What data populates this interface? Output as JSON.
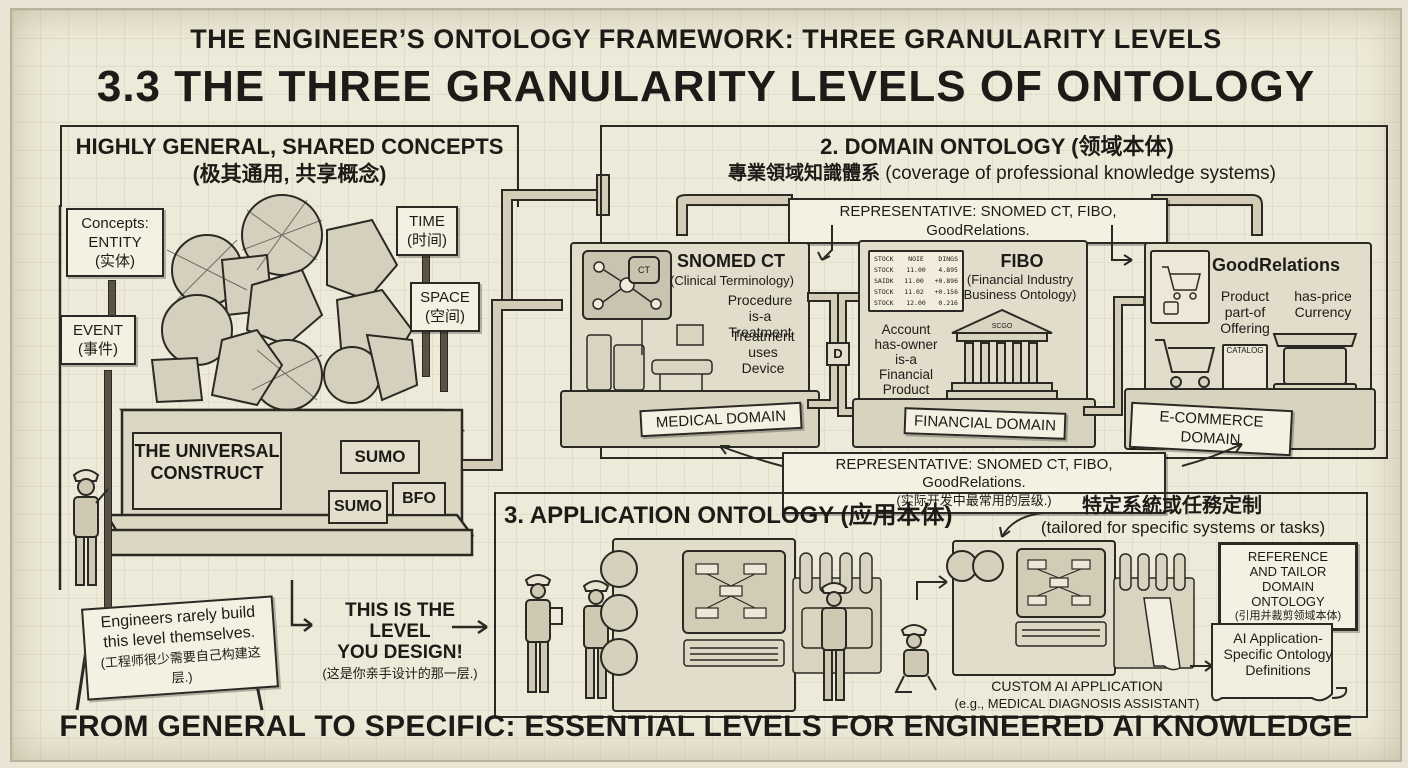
{
  "header": {
    "top_title": "THE ENGINEER’S ONTOLOGY FRAMEWORK: THREE GRANULARITY LEVELS",
    "main_title": "3.3 THE THREE GRANULARITY LEVELS OF ONTOLOGY"
  },
  "upper_level": {
    "heading_en": "HIGHLY GENERAL, SHARED CONCEPTS",
    "heading_zh": "(极其通用, 共享概念)",
    "sign_concepts": [
      "Concepts:",
      "ENTITY",
      "(实体)"
    ],
    "sign_time": [
      "TIME",
      "(时间)"
    ],
    "sign_space": [
      "SPACE",
      "(空间)"
    ],
    "sign_event": [
      "EVENT",
      "(事件)"
    ],
    "pedestal_label": [
      "THE UNIVERSAL",
      "CONSTRUCT"
    ],
    "plaques": [
      "SUMO",
      "SUMO",
      "BFO"
    ],
    "engineer_note": [
      "Engineers rarely build",
      "this level themselves.",
      "(工程师很少需要自己构建这层.)"
    ]
  },
  "domain": {
    "heading": "2. DOMAIN ONTOLOGY (领域本体)",
    "subheading_zh": "專業領域知識體系",
    "subheading_en": "(coverage of professional knowledge systems)",
    "representative_top": "REPRESENTATIVE: SNOMED CT, FIBO, GoodRelations.",
    "medical": {
      "title": "SNOMED CT",
      "subtitle": "(Clinical Terminology)",
      "rel1": [
        "Procedure",
        "is-a  Treatment"
      ],
      "rel2": [
        "Treatment",
        "uses",
        "Device"
      ],
      "screen_glyph": "CT",
      "base": "MEDICAL DOMAIN"
    },
    "financial": {
      "title": "FIBO",
      "subtitle": [
        "(Financial Industry",
        "Business Ontology)"
      ],
      "ticker": [
        [
          "STOCK",
          "11.00",
          "4.895"
        ],
        [
          "SAIDK",
          "11.00",
          "+0.896"
        ],
        [
          "STOCK",
          "11.02",
          "+0.156"
        ],
        [
          "STOCK",
          "12.00",
          "0.216"
        ]
      ],
      "ticker_header": [
        "STOCK",
        "NOIE",
        "DINGS"
      ],
      "rel": [
        "Account",
        "has-owner",
        "is-a",
        "Financial",
        "Product"
      ],
      "bank_sign": "SCGO",
      "base": "FINANCIAL DOMAIN"
    },
    "ecommerce": {
      "title": "GoodRelations",
      "rel1": [
        "Product",
        "part-of",
        "Offering"
      ],
      "rel2": [
        "has-price",
        "Currency"
      ],
      "catalog": "CATALOG",
      "base": "E-COMMERCE DOMAIN"
    },
    "connector_glyph": "D"
  },
  "representative_mid": {
    "line1": "REPRESENTATIVE: SNOMED CT, FIBO, GoodRelations.",
    "line2": "(实际开发中最常用的层级.)"
  },
  "application": {
    "heading": "3. APPLICATION ONTOLOGY (应用本体)",
    "note_zh": "特定系統或任務定制",
    "note_en": "(tailored for specific systems or tasks)",
    "design_note": [
      "THIS IS THE LEVEL",
      "YOU DESIGN!",
      "(这是你亲手设计的那一层.)"
    ],
    "reference_sign": [
      "REFERENCE",
      "AND TAILOR",
      "DOMAIN ONTOLOGY",
      "(引用并裁剪领域本体)"
    ],
    "scroll_text": [
      "AI Application-",
      "Specific Ontology",
      "Definitions"
    ],
    "custom_app": [
      "CUSTOM AI APPLICATION",
      "(e.g., MEDICAL DIAGNOSIS ASSISTANT)"
    ]
  },
  "footer": "FROM GENERAL TO SPECIFIC: ESSENTIAL LEVELS FOR ENGINEERED AI KNOWLEDGE",
  "colors": {
    "paper": "#eeead9",
    "ink": "#1d1b17",
    "panel_fill": "#e2ddca"
  }
}
